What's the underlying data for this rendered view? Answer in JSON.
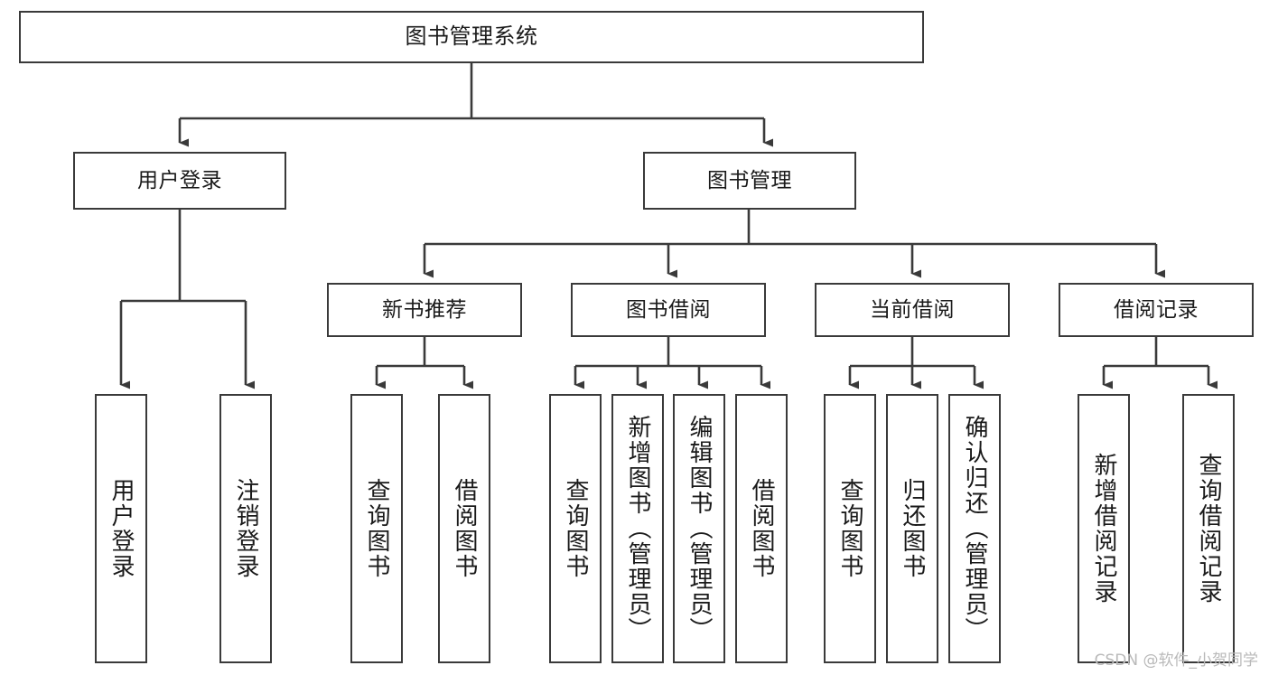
{
  "diagram": {
    "type": "tree-hierarchy-chart",
    "title": "图书管理系统",
    "watermark": "CSDN @软件_小贺同学",
    "colors": {
      "background": "#ffffff",
      "stroke": "#3a3a3a",
      "text": "#1a1a1a",
      "watermark": "#b9b9b9"
    },
    "nodes": {
      "root": {
        "label": "图书管理系统"
      },
      "level1": [
        {
          "label": "用户登录"
        },
        {
          "label": "图书管理"
        }
      ],
      "level2": [
        {
          "label": "新书推荐"
        },
        {
          "label": "图书借阅"
        },
        {
          "label": "当前借阅"
        },
        {
          "label": "借阅记录"
        }
      ],
      "leaves": {
        "user_login": [
          {
            "label": "用户登录"
          },
          {
            "label": "注销登录"
          }
        ],
        "new_book": [
          {
            "label": "查询图书"
          },
          {
            "label": "借阅图书"
          }
        ],
        "book_borrow": [
          {
            "label": "查询图书"
          },
          {
            "label": "新增图书（管理员）"
          },
          {
            "label": "编辑图书（管理员）"
          },
          {
            "label": "借阅图书"
          }
        ],
        "current_borrow": [
          {
            "label": "查询图书"
          },
          {
            "label": "归还图书"
          },
          {
            "label": "确认归还（管理员）"
          }
        ],
        "borrow_record": [
          {
            "label": "新增借阅记录"
          },
          {
            "label": "查询借阅记录"
          }
        ]
      }
    }
  }
}
